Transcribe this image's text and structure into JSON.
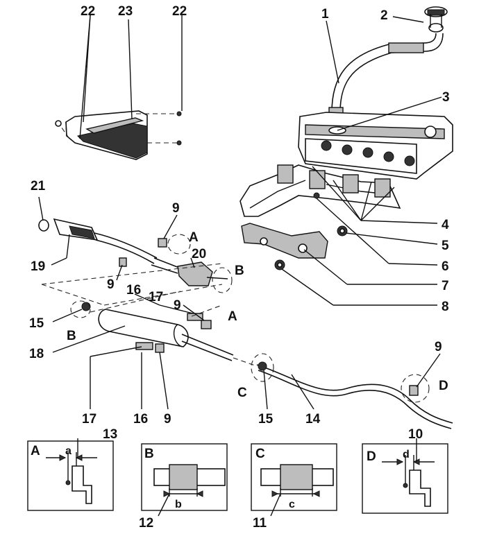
{
  "part_numbers": {
    "n1": "1",
    "n2": "2",
    "n3": "3",
    "n4": "4",
    "n5": "5",
    "n6": "6",
    "n7": "7",
    "n8": "8",
    "n9_top": "9",
    "n9_left": "9",
    "n9_mid": "9",
    "n9_bottom": "9",
    "n9_right": "9",
    "n10": "10",
    "n11": "11",
    "n12": "12",
    "n13": "13",
    "n14": "14",
    "n15_left": "15",
    "n15_bottom": "15",
    "n16_top": "16",
    "n16_bottom": "16",
    "n17_top": "17",
    "n17_bottom": "17",
    "n18": "18",
    "n19": "19",
    "n20": "20",
    "n21": "21",
    "n22_left": "22",
    "n22_right": "22",
    "n23": "23"
  },
  "section_marks": {
    "a_top": "A",
    "a_mid": "A",
    "b_top": "B",
    "b_left": "B",
    "c_main": "C",
    "d_main": "D"
  },
  "detail_views": [
    {
      "id": "A",
      "title": "A",
      "dim": "a",
      "callout": "13"
    },
    {
      "id": "B",
      "title": "B",
      "dim": "b",
      "callout": "12"
    },
    {
      "id": "C",
      "title": "C",
      "dim": "c",
      "callout": "11"
    },
    {
      "id": "D",
      "title": "D",
      "dim": "d",
      "callout": "10"
    }
  ]
}
